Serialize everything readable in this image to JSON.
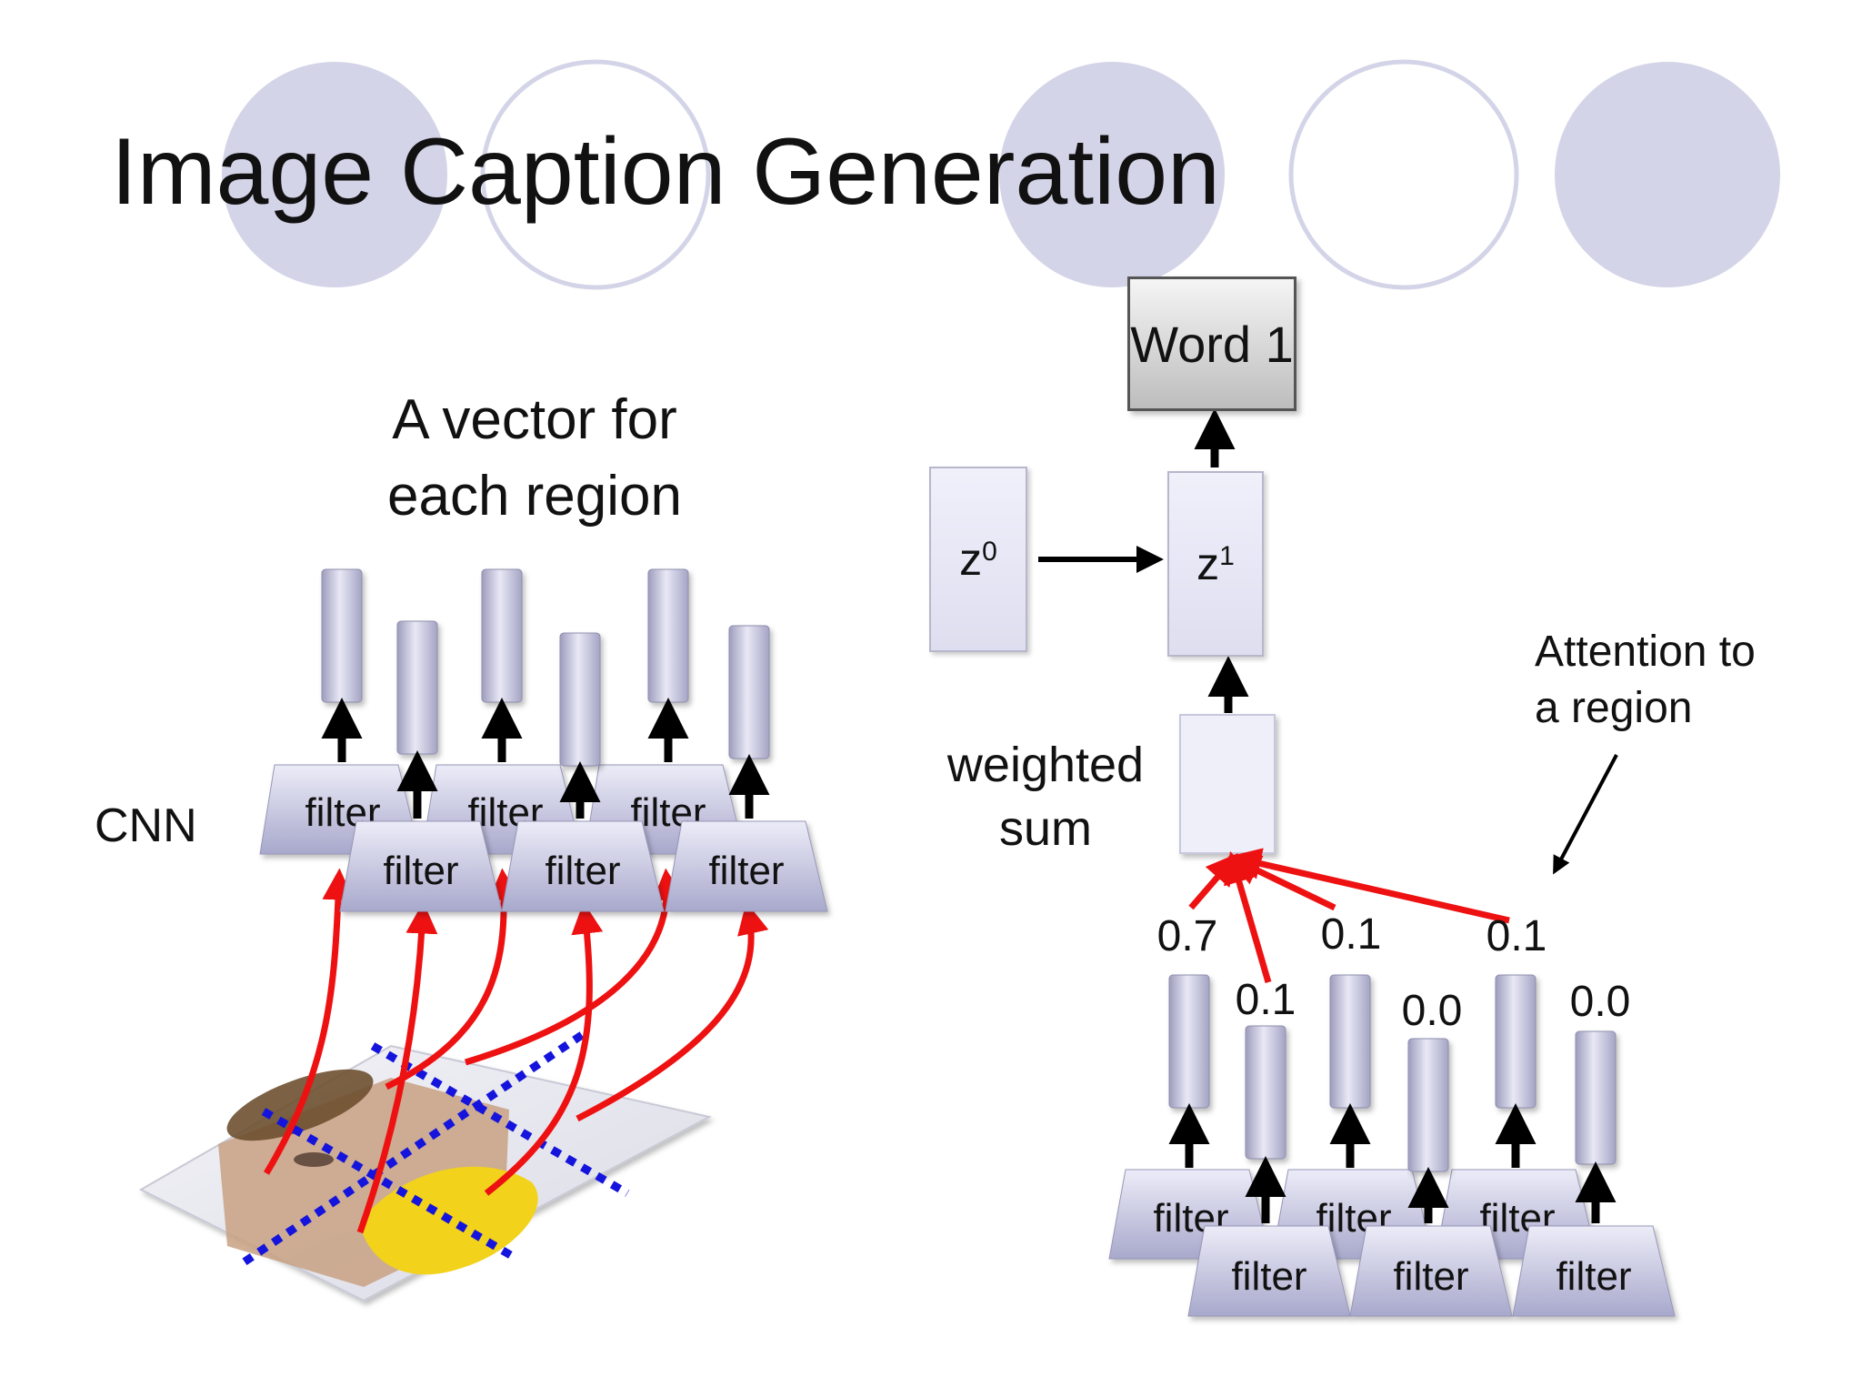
{
  "slide": {
    "title": "Image Caption Generation",
    "cnn_label": "CNN",
    "vector_caption_line1": "A vector for",
    "vector_caption_line2": "each region",
    "filter_label": "filter",
    "word_box": "Word 1",
    "z0_base": "z",
    "z0_sup": "0",
    "z1_base": "z",
    "z1_sup": "1",
    "weighted_sum_line1": "weighted",
    "weighted_sum_line2": "sum",
    "attention_line1": "Attention to",
    "attention_line2": "a region",
    "attention_weights": [
      "0.7",
      "0.1",
      "0.1",
      "0.0",
      "0.1",
      "0.0"
    ]
  },
  "colors": {
    "decor_circle_fill": "#d4d4e8",
    "decor_circle_stroke": "#d4d4e8",
    "filter_fill_top": "#e6e6f5",
    "filter_fill_bottom": "#a9a9cc",
    "attention_arrow": "#ee1111",
    "region_grid": "#1414dd",
    "arrow": "#000000"
  }
}
